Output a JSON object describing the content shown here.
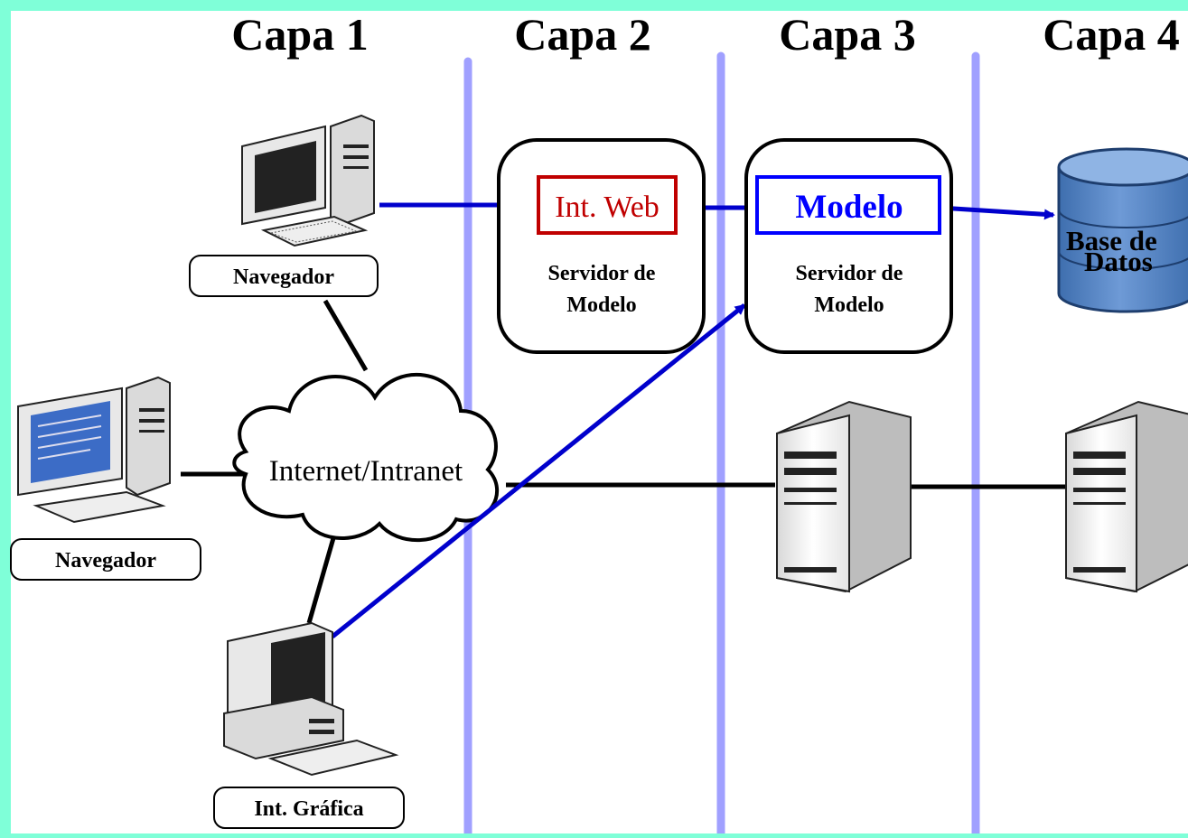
{
  "layers": {
    "l1": "Capa 1",
    "l2": "Capa 2",
    "l3": "Capa 3",
    "l4": "Capa 4"
  },
  "clients": {
    "browser_top": "Navegador",
    "browser_left": "Navegador",
    "gui": "Int. Gráfica"
  },
  "network": {
    "label": "Internet/Intranet"
  },
  "servers": {
    "web_interface": "Int. Web",
    "web_server_line1": "Servidor de",
    "web_server_line2": "Modelo",
    "model": "Modelo",
    "model_server_line1": "Servidor de",
    "model_server_line2": "Modelo"
  },
  "database": {
    "line1": "Base de",
    "line2": "Datos"
  },
  "colors": {
    "background_border": "#7FFFD8",
    "layer_divider": "#A0A0FF",
    "arrow": "#0000CC",
    "web_interface": "#C00000",
    "model": "#0000FF",
    "database_fill": "#4A7FC0"
  }
}
